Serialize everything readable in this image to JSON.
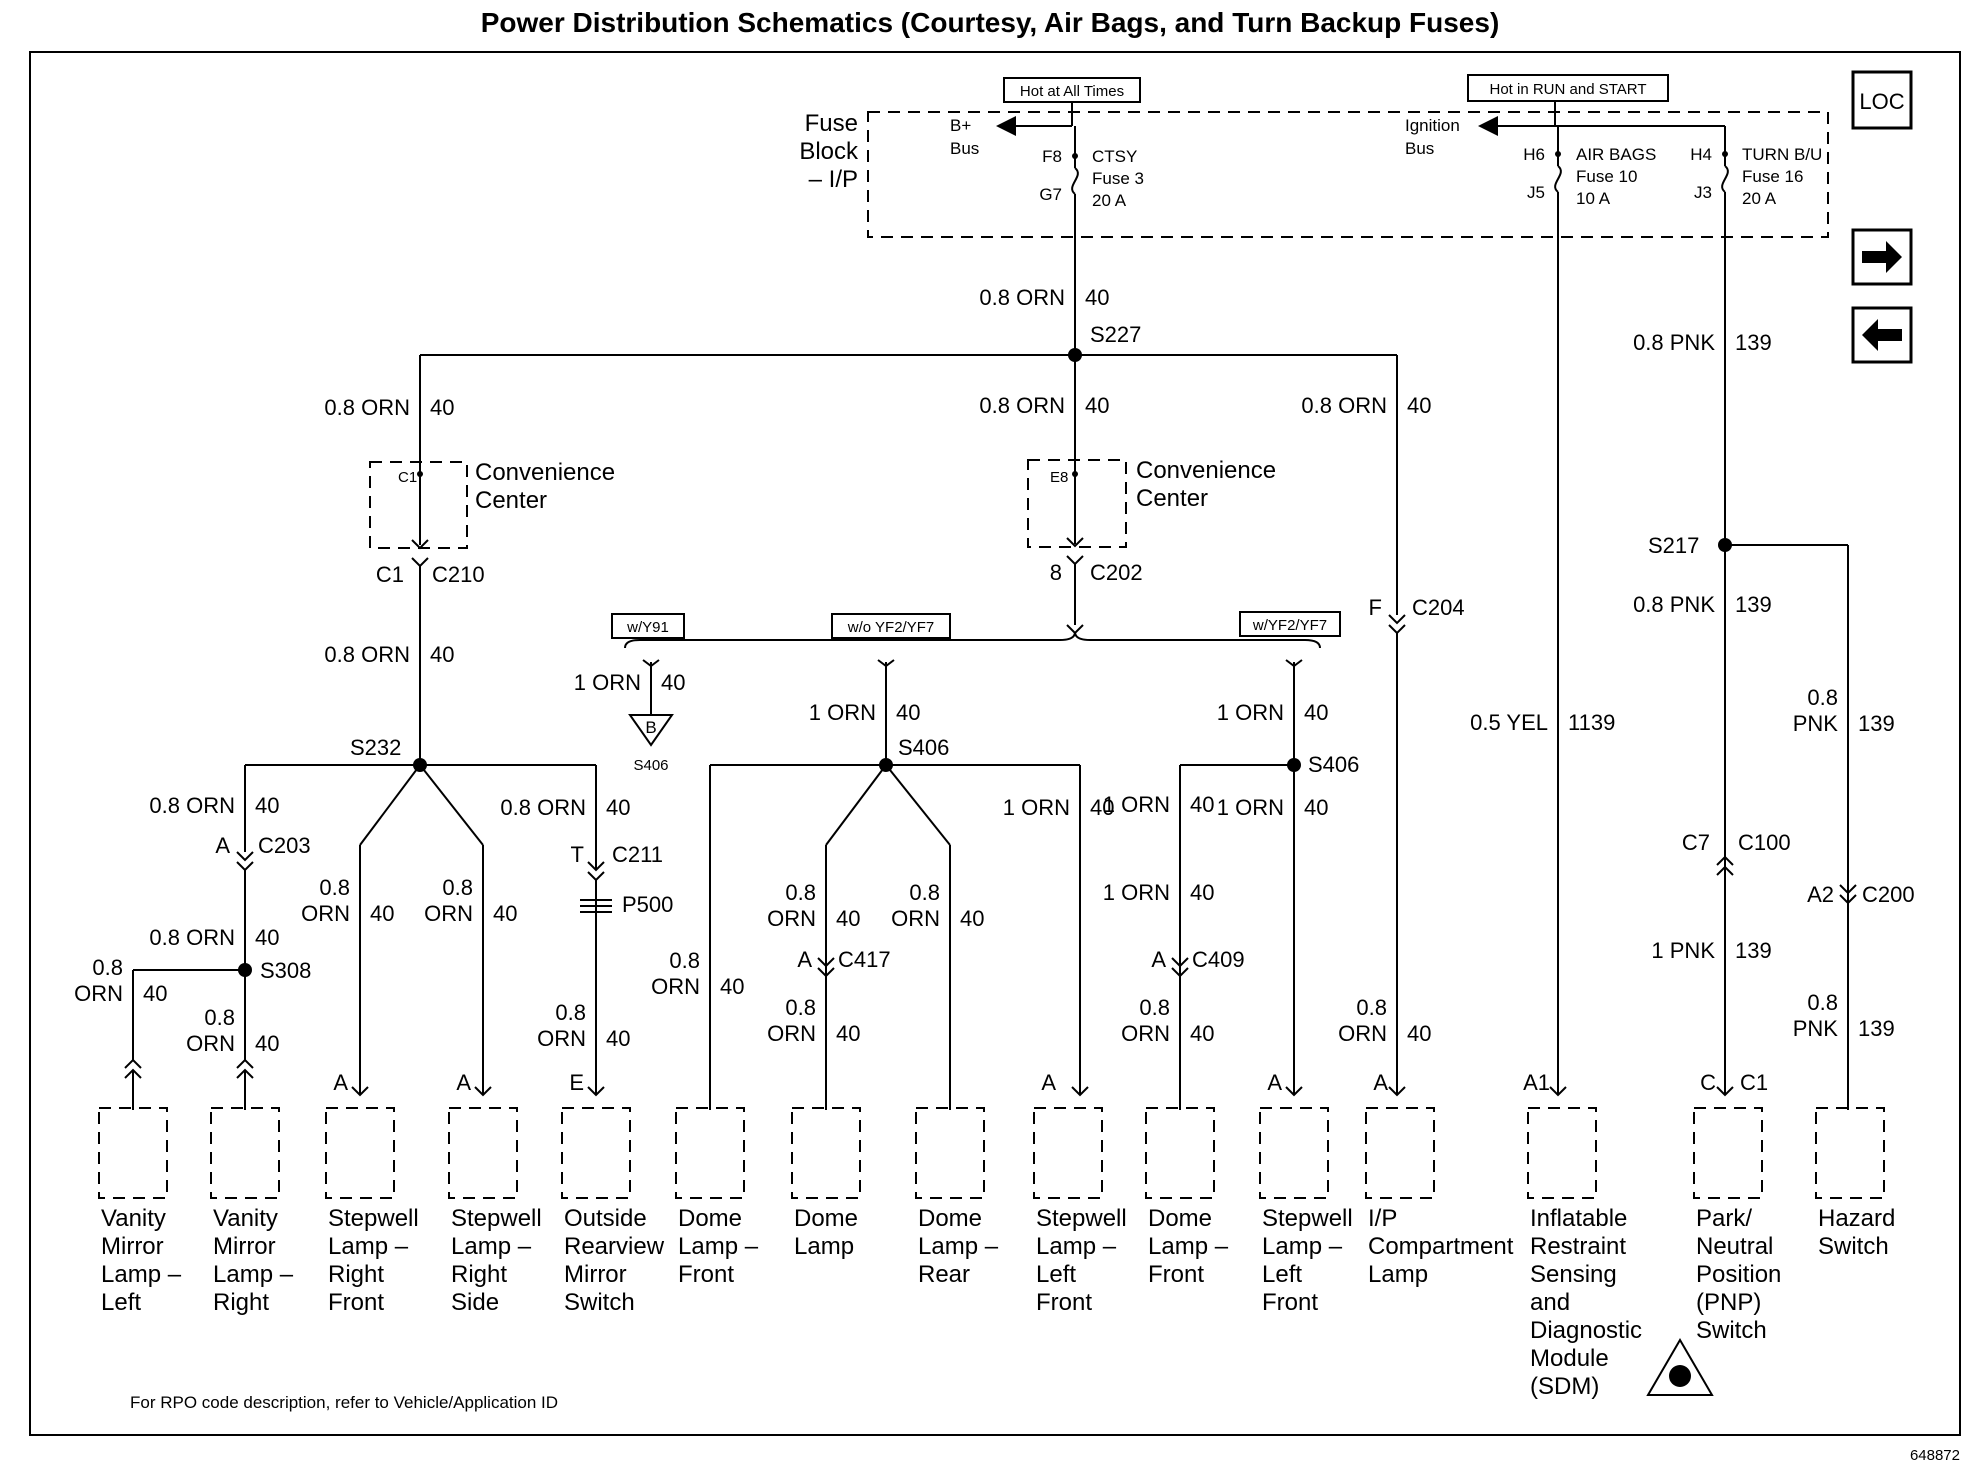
{
  "title": "Power Distribution Schematics (Courtesy, Air Bags, and Turn Backup Fuses)",
  "footer_note": "For RPO code description, refer to Vehicle/Application ID",
  "figure_number": "648872",
  "nav": {
    "loc_label": "LOC",
    "next_icon": "right-arrow-icon",
    "prev_icon": "left-arrow-icon"
  },
  "fuse_block": {
    "label_lines": [
      "Fuse",
      "Block",
      "– I/P"
    ],
    "hot_at_all_times": "Hot at All Times",
    "hot_in_run_start": "Hot in RUN and START",
    "bplus_bus": [
      "B+",
      "Bus"
    ],
    "ignition_bus": [
      "Ignition",
      "Bus"
    ],
    "ctsy": {
      "top_pin": "F8",
      "bottom_pin": "G7",
      "lines": [
        "CTSY",
        "Fuse 3",
        "20 A"
      ]
    },
    "airbags": {
      "top_pin": "H6",
      "bottom_pin": "J5",
      "lines": [
        "AIR BAGS",
        "Fuse 10",
        "10 A"
      ]
    },
    "turnbu": {
      "top_pin": "H4",
      "bottom_pin": "J3",
      "lines": [
        "TURN B/U",
        "Fuse 16",
        "20 A"
      ]
    }
  },
  "wires": {
    "w_main": [
      "0.8 ORN",
      "40"
    ],
    "w_pnk_top": [
      "0.8 PNK",
      "139"
    ],
    "w_left": [
      "0.8 ORN",
      "40"
    ],
    "w_mid": [
      "0.8 ORN",
      "40"
    ],
    "w_right": [
      "0.8 ORN",
      "40"
    ],
    "w_c210": [
      "0.8 ORN",
      "40"
    ],
    "w_y91": [
      "1 ORN",
      "40"
    ],
    "w_wo": [
      "1 ORN",
      "40"
    ],
    "w_w": [
      "1 ORN",
      "40"
    ],
    "w_pnk_mid": [
      "0.8 PNK",
      "139"
    ],
    "w_yel": [
      "0.5 YEL",
      "1139"
    ],
    "w_pnk_haz": [
      "0.8",
      "PNK",
      "139"
    ],
    "w_s232_l": [
      "0.8 ORN",
      "40"
    ],
    "w_s232_r": [
      "0.8 ORN",
      "40"
    ],
    "w_sw_rf": [
      "0.8",
      "ORN",
      "40"
    ],
    "w_sw_rs": [
      "0.8",
      "ORN",
      "40"
    ],
    "w_s406a_r": [
      "1 ORN",
      "40"
    ],
    "w_s406b_l": [
      "1 ORN",
      "40"
    ],
    "w_s406b_d": [
      "1 ORN",
      "40"
    ],
    "w_pnk_c100": [
      "1 PNK",
      "139"
    ],
    "w_pnk_c200": [
      "0.8",
      "PNK",
      "139"
    ],
    "w_c203": [
      "0.8 ORN",
      "40"
    ],
    "w_vml": [
      "0.8",
      "ORN",
      "40"
    ],
    "w_vmr": [
      "0.8",
      "ORN",
      "40"
    ],
    "w_p500": [
      "0.8",
      "ORN",
      "40"
    ],
    "w_dlf": [
      "0.8",
      "ORN",
      "40"
    ],
    "w_c417_l": [
      "0.8",
      "ORN",
      "40"
    ],
    "w_c417_r": [
      "0.8",
      "ORN",
      "40"
    ],
    "w_c417_d": [
      "0.8",
      "ORN",
      "40"
    ],
    "w_c409_u": [
      "1 ORN",
      "40"
    ],
    "w_c409_d": [
      "0.8",
      "ORN",
      "40"
    ],
    "w_ipc": [
      "0.8",
      "ORN",
      "40"
    ]
  },
  "splices": {
    "s227": "S227",
    "s232": "S232",
    "s406a": "S406",
    "s406b": "S406",
    "s308": "S308",
    "s217": "S217",
    "ground_ref": "S406",
    "ground_letter": "B"
  },
  "conv_center": {
    "left": {
      "pin": "C1",
      "lines": [
        "Convenience",
        "Center"
      ]
    },
    "mid": {
      "pin": "E8",
      "lines": [
        "Convenience",
        "Center"
      ]
    }
  },
  "connectors": {
    "c210": [
      "C1",
      "C210"
    ],
    "c202": [
      "8",
      "C202"
    ],
    "c204": [
      "F",
      "C204"
    ],
    "c203": [
      "A",
      "C203"
    ],
    "c211": [
      "T",
      "C211"
    ],
    "p500": "P500",
    "c417": [
      "A",
      "C417"
    ],
    "c409": [
      "A",
      "C409"
    ],
    "c100": [
      "C7",
      "C100"
    ],
    "c200": [
      "A2",
      "C200"
    ]
  },
  "options": {
    "y91": "w/Y91",
    "wo_yf": "w/o YF2/YF7",
    "w_yf": "w/YF2/YF7"
  },
  "components": [
    {
      "pin": "",
      "lines": [
        "Vanity",
        "Mirror",
        "Lamp –",
        "Left"
      ]
    },
    {
      "pin": "",
      "lines": [
        "Vanity",
        "Mirror",
        "Lamp –",
        "Right"
      ]
    },
    {
      "pin": "A",
      "lines": [
        "Stepwell",
        "Lamp –",
        "Right",
        "Front"
      ]
    },
    {
      "pin": "A",
      "lines": [
        "Stepwell",
        "Lamp –",
        "Right",
        "Side"
      ]
    },
    {
      "pin": "E",
      "lines": [
        "Outside",
        "Rearview",
        "Mirror",
        "Switch"
      ]
    },
    {
      "pin": "",
      "lines": [
        "Dome",
        "Lamp –",
        "Front"
      ]
    },
    {
      "pin": "",
      "lines": [
        "Dome",
        "Lamp"
      ]
    },
    {
      "pin": "",
      "lines": [
        "Dome",
        "Lamp –",
        "Rear"
      ]
    },
    {
      "pin": "A",
      "lines": [
        "Stepwell",
        "Lamp –",
        "Left",
        "Front"
      ]
    },
    {
      "pin": "",
      "lines": [
        "Dome",
        "Lamp –",
        "Front"
      ]
    },
    {
      "pin": "A",
      "lines": [
        "Stepwell",
        "Lamp –",
        "Left",
        "Front"
      ]
    },
    {
      "pin": "A",
      "lines": [
        "I/P",
        "Compartment",
        "Lamp"
      ]
    },
    {
      "pin": "A1",
      "lines": [
        "Inflatable",
        "Restraint",
        "Sensing",
        "and",
        "Diagnostic",
        "Module",
        "(SDM)"
      ]
    },
    {
      "pin": "C",
      "pin2": "C1",
      "lines": [
        "Park/",
        "Neutral",
        "Position",
        "(PNP)",
        "Switch"
      ]
    },
    {
      "pin": "",
      "lines": [
        "Hazard",
        "Switch"
      ]
    }
  ]
}
